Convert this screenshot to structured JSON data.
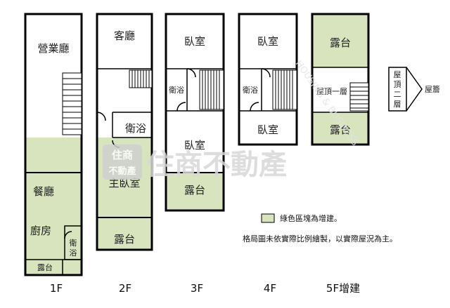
{
  "colors": {
    "extension": "#d7e4bd",
    "wall": "#000000",
    "watermark": "#d9d9d9"
  },
  "watermark": {
    "brand": "住商不動產",
    "logo_top": "住商",
    "logo_bottom": "不動產",
    "tagline": "HOUSING & BUSINESS"
  },
  "floors": {
    "f1": {
      "label": "1F",
      "rooms": {
        "business_hall": "營業廳",
        "dining": "餐廳",
        "kitchen": "廚房",
        "bath": "衛浴",
        "balcony": "露台"
      }
    },
    "f2": {
      "label": "2F",
      "rooms": {
        "living": "客廳",
        "bath": "衛浴",
        "master": "主臥室",
        "balcony": "露台"
      }
    },
    "f3": {
      "label": "3F",
      "rooms": {
        "bedroom_top": "臥室",
        "bath": "衛浴",
        "bedroom_bottom": "臥室",
        "balcony": "露台"
      }
    },
    "f4": {
      "label": "4F",
      "rooms": {
        "bedroom_top": "臥室",
        "bath": "衛浴",
        "bedroom_bottom": "臥室"
      }
    },
    "f5": {
      "label": "5F增建",
      "rooms": {
        "balcony_top": "露台",
        "roof_floor": "屋頂一層",
        "balcony_bottom": "露台"
      }
    }
  },
  "roof": {
    "floor2": "屋頂二層",
    "shed": "屋簷"
  },
  "legend": {
    "text": "綠色區塊為增建。"
  },
  "disclaimer": "格局圖未依實際比例繪製，以實際屋況為主。"
}
